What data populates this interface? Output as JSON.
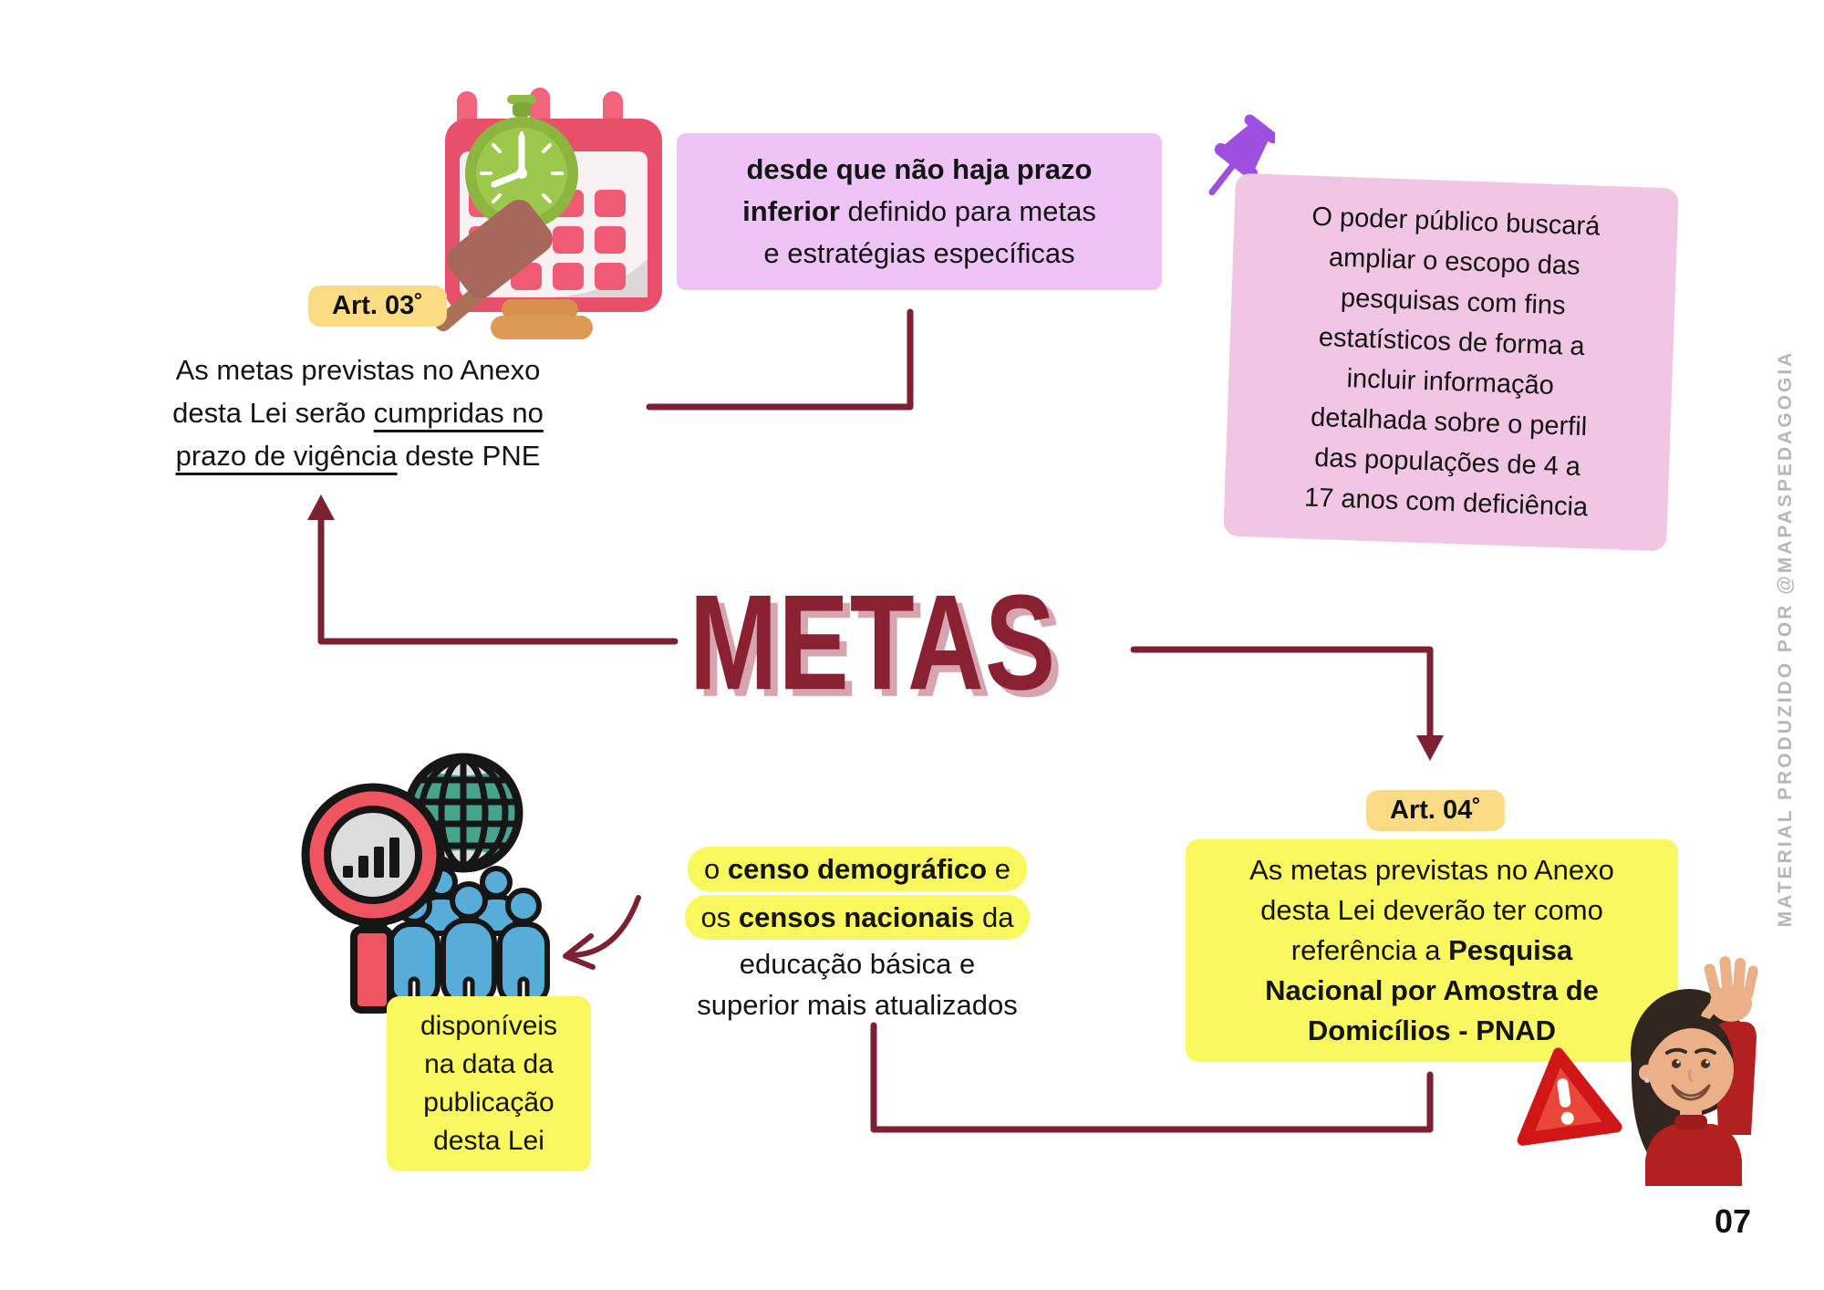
{
  "title": "METAS",
  "watermark": "MATERIAL PRODUZIDO POR @MAPASPEDAGOGIA",
  "page_number": "07",
  "colors": {
    "accent_maroon": "#7d2031",
    "title_red": "#8a2133",
    "title_shadow": "#d7a5b0",
    "yellow_box": "#f9f860",
    "yellow_highlight": "#f9f75e",
    "badge_gold": "#fbdc85",
    "purple_box": "#eec4f7",
    "pink_note": "#f1c6e5",
    "pin_purple": "#9d4fe0",
    "watermark_gray": "#b7b7b7"
  },
  "art03": {
    "badge": "Art. 03˚",
    "p1": "As metas previstas no Anexo",
    "p2a": "desta Lei serão ",
    "p2b": "cumpridas no",
    "p3a": "prazo de vigência",
    "p3b": " deste PNE"
  },
  "deadline_note": {
    "l1": "desde que não haja prazo",
    "l2_bold": "inferior",
    "l2_rest": " definido para metas",
    "l3": "e estratégias específicas"
  },
  "research_note": {
    "lines": [
      "O poder público buscará",
      "ampliar o escopo das",
      "pesquisas com fins",
      "estatísticos de forma a",
      "incluir informação",
      "detalhada sobre o perfil",
      "das populações de 4 a",
      "17 anos com deficiência"
    ]
  },
  "census": {
    "p1a": "o ",
    "p1b": "censo demográfico",
    "p1c": " e",
    "p2a": "os ",
    "p2b": "censos nacionais",
    "p2c": " da",
    "l3": "educação básica e",
    "l4": "superior mais atualizados"
  },
  "available": {
    "lines": [
      "disponíveis",
      "na data da",
      "publicação",
      "desta Lei"
    ]
  },
  "art04": {
    "badge": "Art. 04˚",
    "l1": "As metas previstas no Anexo",
    "l2": "desta Lei deverão ter como",
    "l3a": "referência a ",
    "l3b": "Pesquisa",
    "l4": "Nacional por Amostra de",
    "l5": "Domicílios - PNAD"
  }
}
